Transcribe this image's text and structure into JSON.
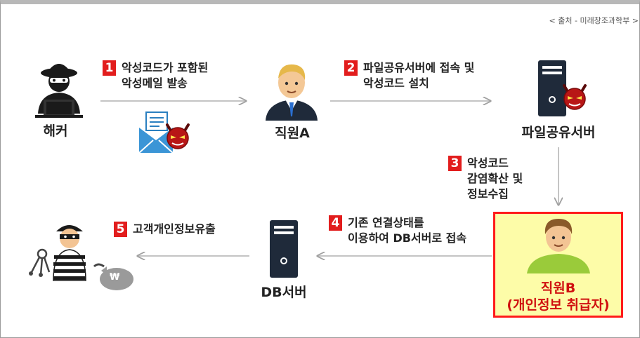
{
  "source": "< 출처 - 미래창조과학부 >",
  "colors": {
    "badge": "#e21d1d",
    "highlight_fill": "#fdfca8",
    "highlight_border": "#ff1a1a",
    "arrow": "#b0b0b0",
    "label_b": "#d01010"
  },
  "nodes": {
    "hacker": "해커",
    "employee_a": "직원A",
    "file_server": "파일공유서버",
    "employee_b": "직원B",
    "employee_b_role": "(개인정보 취급자)",
    "db_server": "DB서버",
    "money_symbol": "₩"
  },
  "steps": [
    {
      "num": "1",
      "line1": "악성코드가 포함된",
      "line2": "악성메일 발송",
      "line3": ""
    },
    {
      "num": "2",
      "line1": "파일공유서버에 접속 및",
      "line2": "악성코드 설치",
      "line3": ""
    },
    {
      "num": "3",
      "line1": "악성코드",
      "line2": "감염확산 및",
      "line3": "정보수집"
    },
    {
      "num": "4",
      "line1": "기존 연결상태를",
      "line2": "이용하여 DB서버로 접속",
      "line3": ""
    },
    {
      "num": "5",
      "line1": "고객개인정보유출",
      "line2": "",
      "line3": ""
    }
  ],
  "icons": [
    "hacker-icon",
    "email-icon",
    "virus-devil-icon",
    "employee-a-icon",
    "server-icon",
    "employee-b-icon",
    "thief-icon",
    "money-bag-icon",
    "keys-icon"
  ]
}
